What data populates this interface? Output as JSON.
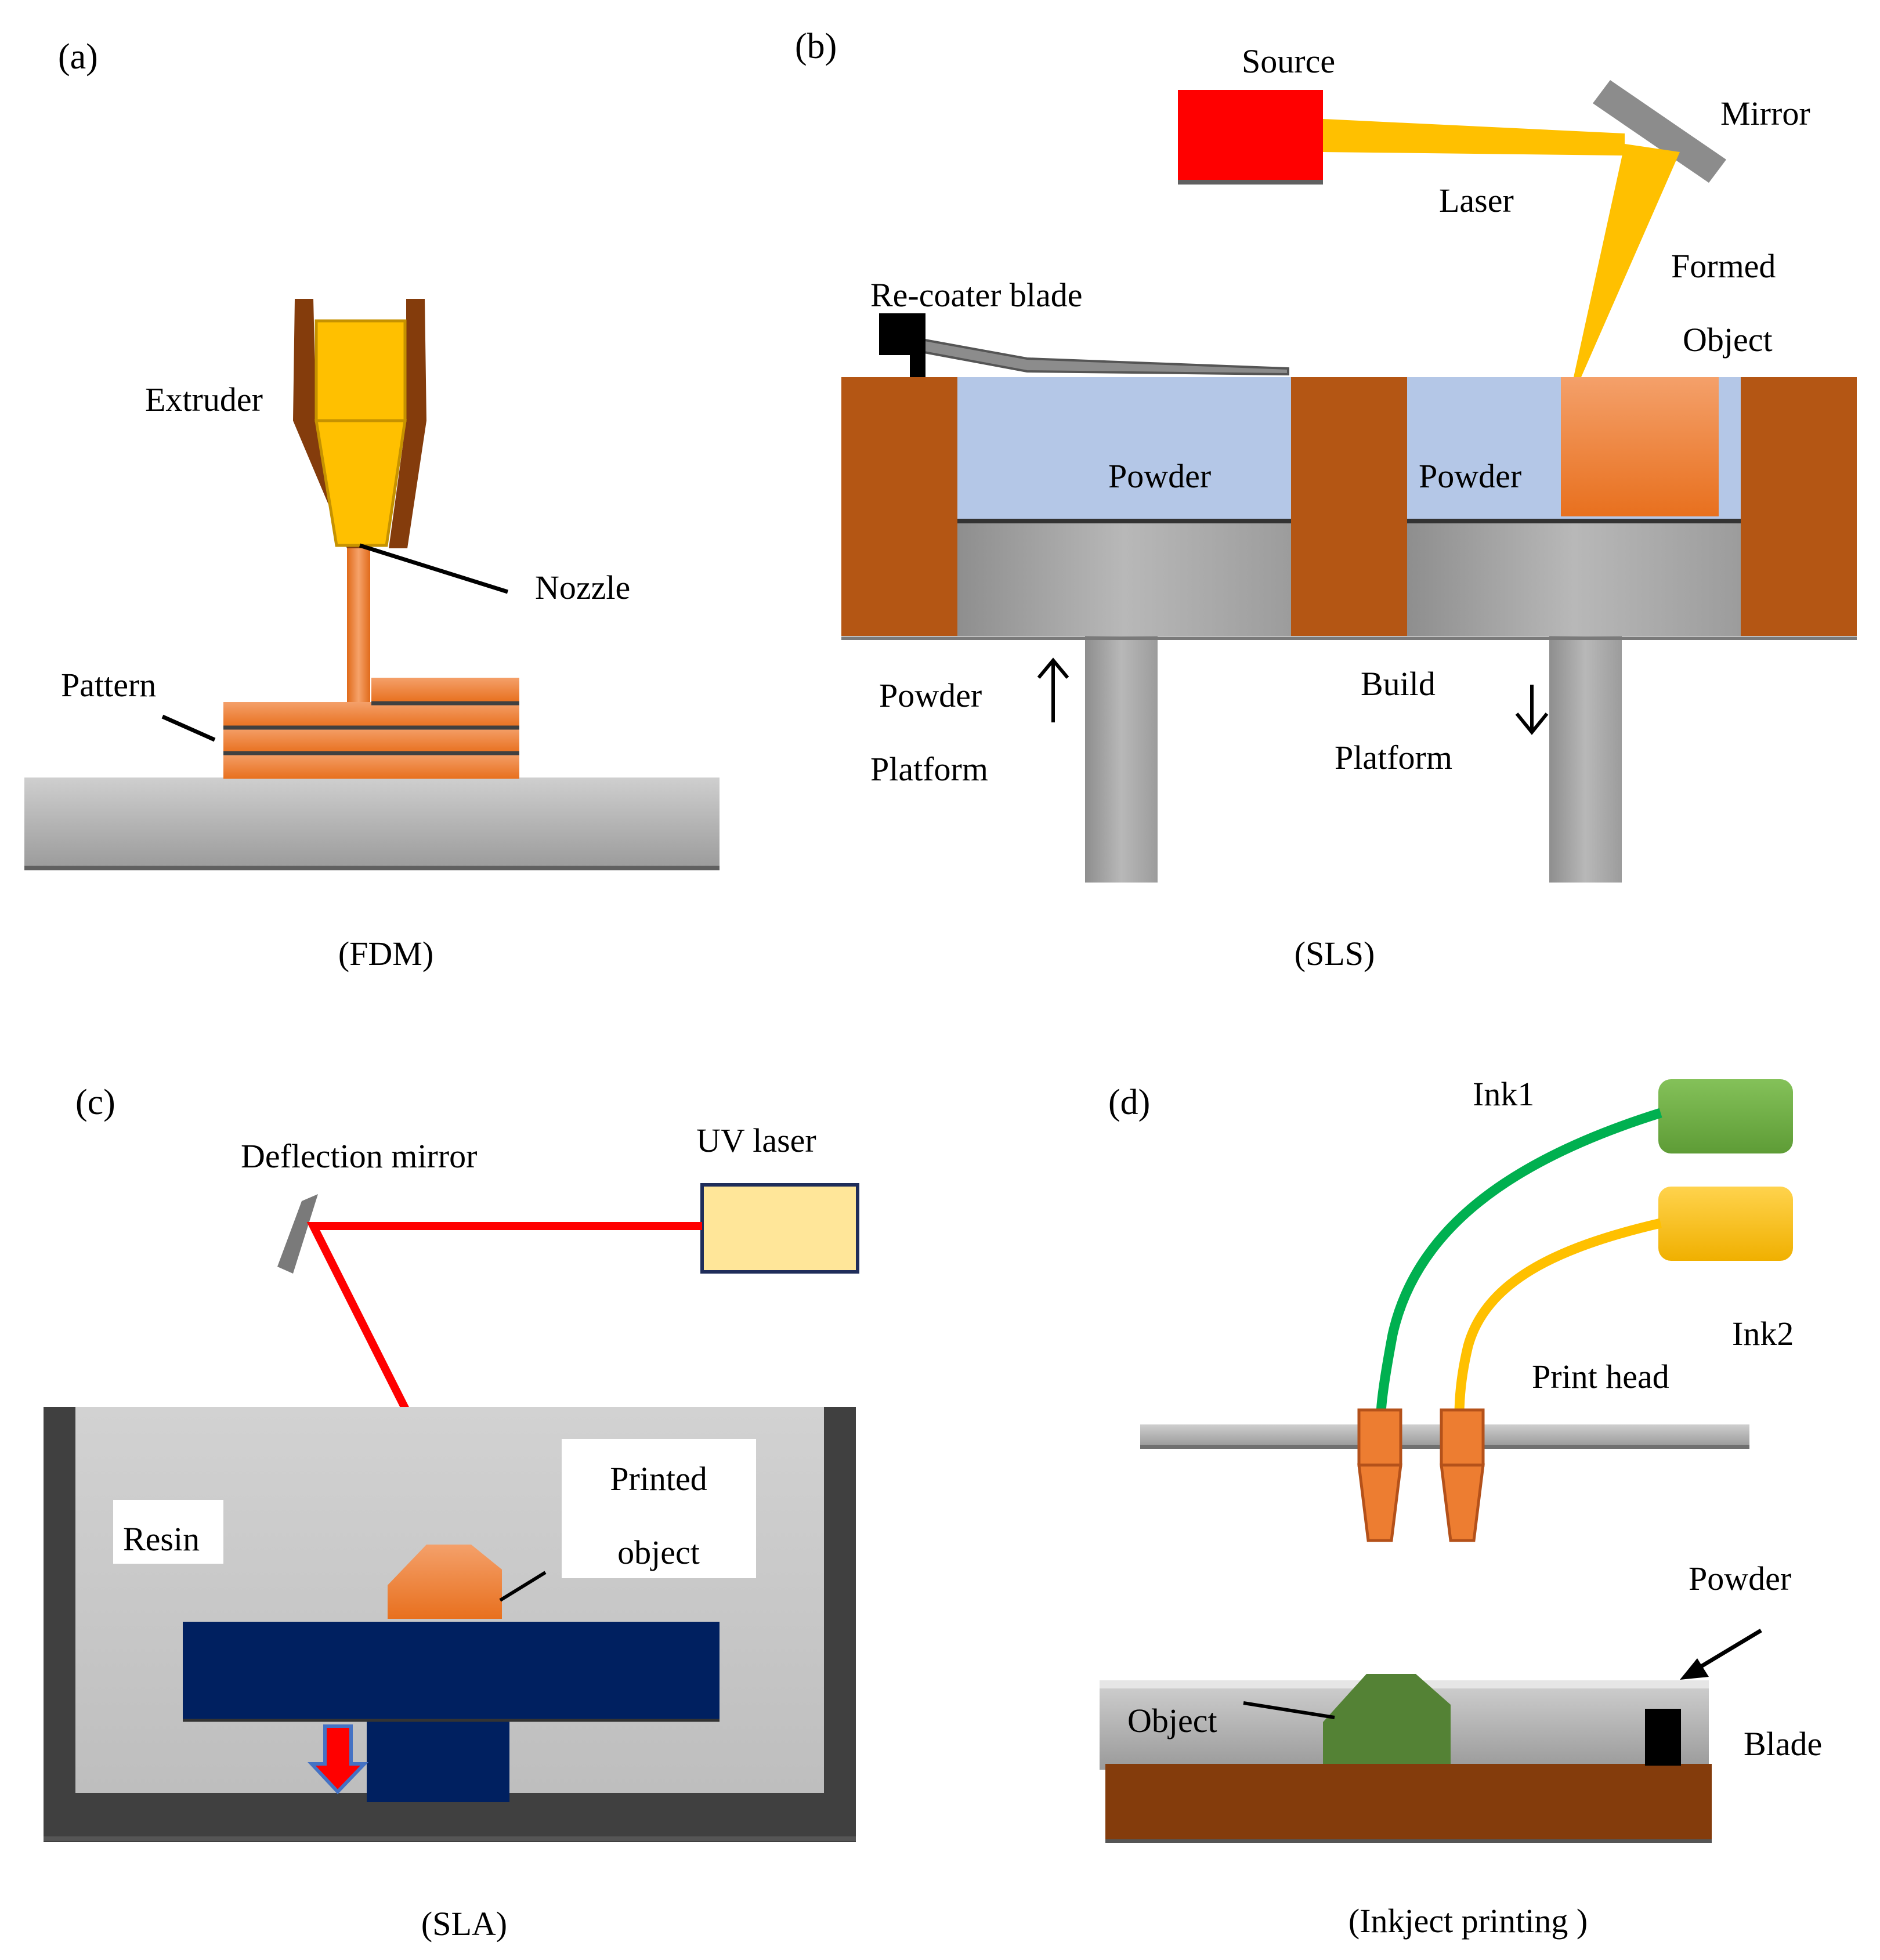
{
  "panels": {
    "a": {
      "letter": "(a)",
      "caption": "(FDM)",
      "labels": {
        "extruder": "Extruder",
        "nozzle": "Nozzle",
        "pattern": "Pattern"
      }
    },
    "b": {
      "letter": "(b)",
      "caption": "(SLS)",
      "labels": {
        "source": "Source",
        "mirror": "Mirror",
        "laser": "Laser",
        "formed": "Formed",
        "object": "Object",
        "recoater": "Re-coater blade",
        "powder_left": "Powder",
        "powder_right": "Powder",
        "powder_platform_1": "Powder",
        "powder_platform_2": "Platform",
        "build_platform_1": "Build",
        "build_platform_2": "Platform"
      }
    },
    "c": {
      "letter": "(c)",
      "caption": "(SLA)",
      "labels": {
        "deflection": "Deflection mirror",
        "uv": "UV laser",
        "resin": "Resin",
        "printed_1": "Printed",
        "printed_2": "object"
      }
    },
    "d": {
      "letter": "(d)",
      "caption": "(Inkject printing )",
      "labels": {
        "ink1": "Ink1",
        "ink2": "Ink2",
        "printhead": "Print head",
        "powder": "Powder",
        "object": "Object",
        "blade": "Blade"
      }
    }
  },
  "colors": {
    "orange": "#ED7D31",
    "brown": "#B45614",
    "dark_brown": "#843C0C",
    "yellow": "#FFC000",
    "red": "#FF0000",
    "powder_blue": "#B4C7E7",
    "navy": "#002060",
    "green_line": "#00B050",
    "ink_green": "#70AD47",
    "object_green": "#548235",
    "grey": "#A6A6A6",
    "light_yellow": "#FFE699"
  }
}
